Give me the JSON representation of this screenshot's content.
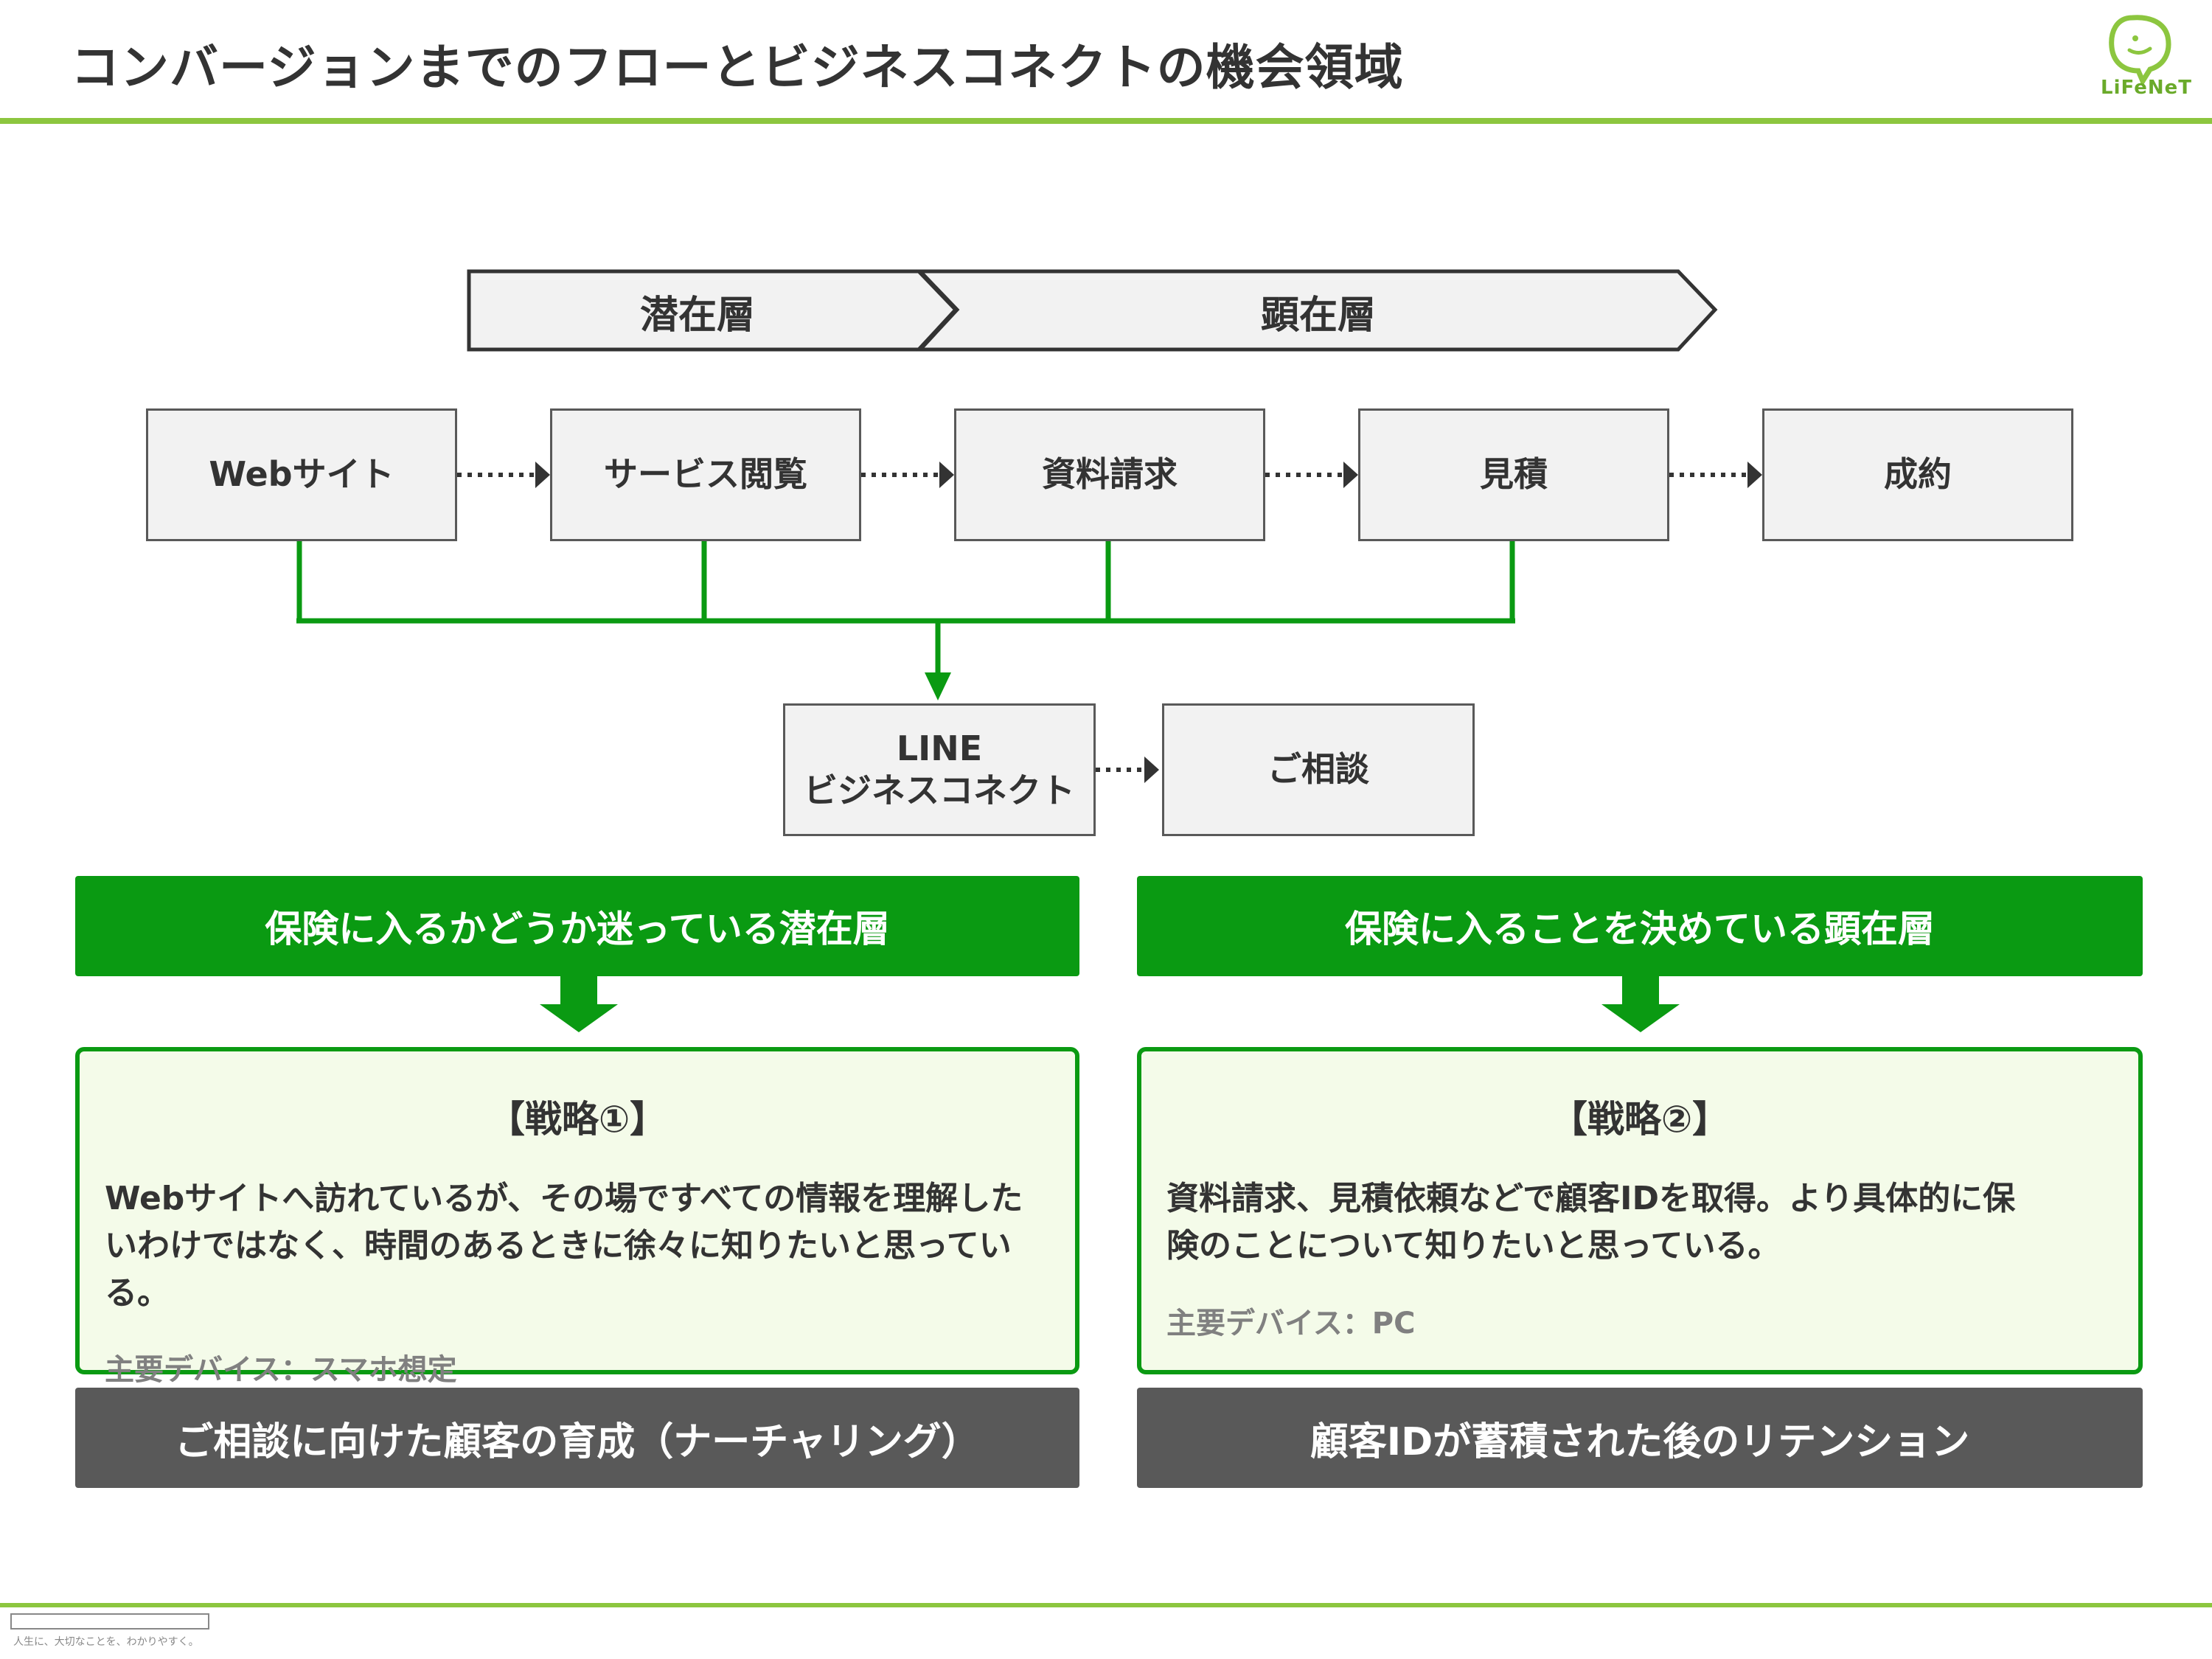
{
  "header": {
    "title": "コンバージョンまでのフローとビジネスコネクトの機会領域",
    "logo_text": "LiFeNeT"
  },
  "phases": [
    {
      "label": "潜在層"
    },
    {
      "label": "顕在層"
    }
  ],
  "flow": {
    "steps": [
      "Webサイト",
      "サービス閲覧",
      "資料請求",
      "見積",
      "成約"
    ],
    "line_box": {
      "line1": "LINE",
      "line2": "ビジネスコネクト"
    },
    "consult_box": "ご相談"
  },
  "segments": [
    {
      "header": "保険に入るかどうか迷っている潜在層",
      "strategy_title": "【戦略①】",
      "body_line1": "Webサイトへ訪れているが、その場ですべての情報を理解した",
      "body_line2": "いわけではなく、時間のあるときに徐々に知りたいと思っている。",
      "device": "主要デバイス：スマホ想定",
      "footer": "ご相談に向けた顧客の育成（ナーチャリング）"
    },
    {
      "header": "保険に入ることを決めている顕在層",
      "strategy_title": "【戦略②】",
      "body_line1": "資料請求、見積依頼などで顧客IDを取得。より具体的に保",
      "body_line2": "険のことについて知りたいと思っている。",
      "device": "主要デバイス：PC",
      "footer": "顧客IDが蓄積された後のリテンション"
    }
  ],
  "footer": {
    "slogan": "人生に、大切なことを、わかりやすく。"
  },
  "colors": {
    "brand_green": "#0a9a12",
    "accent_lime": "#8cc63f",
    "box_gray": "#f2f2f2",
    "dark_gray": "#595959",
    "light_green_fill": "#f4fbe9"
  }
}
